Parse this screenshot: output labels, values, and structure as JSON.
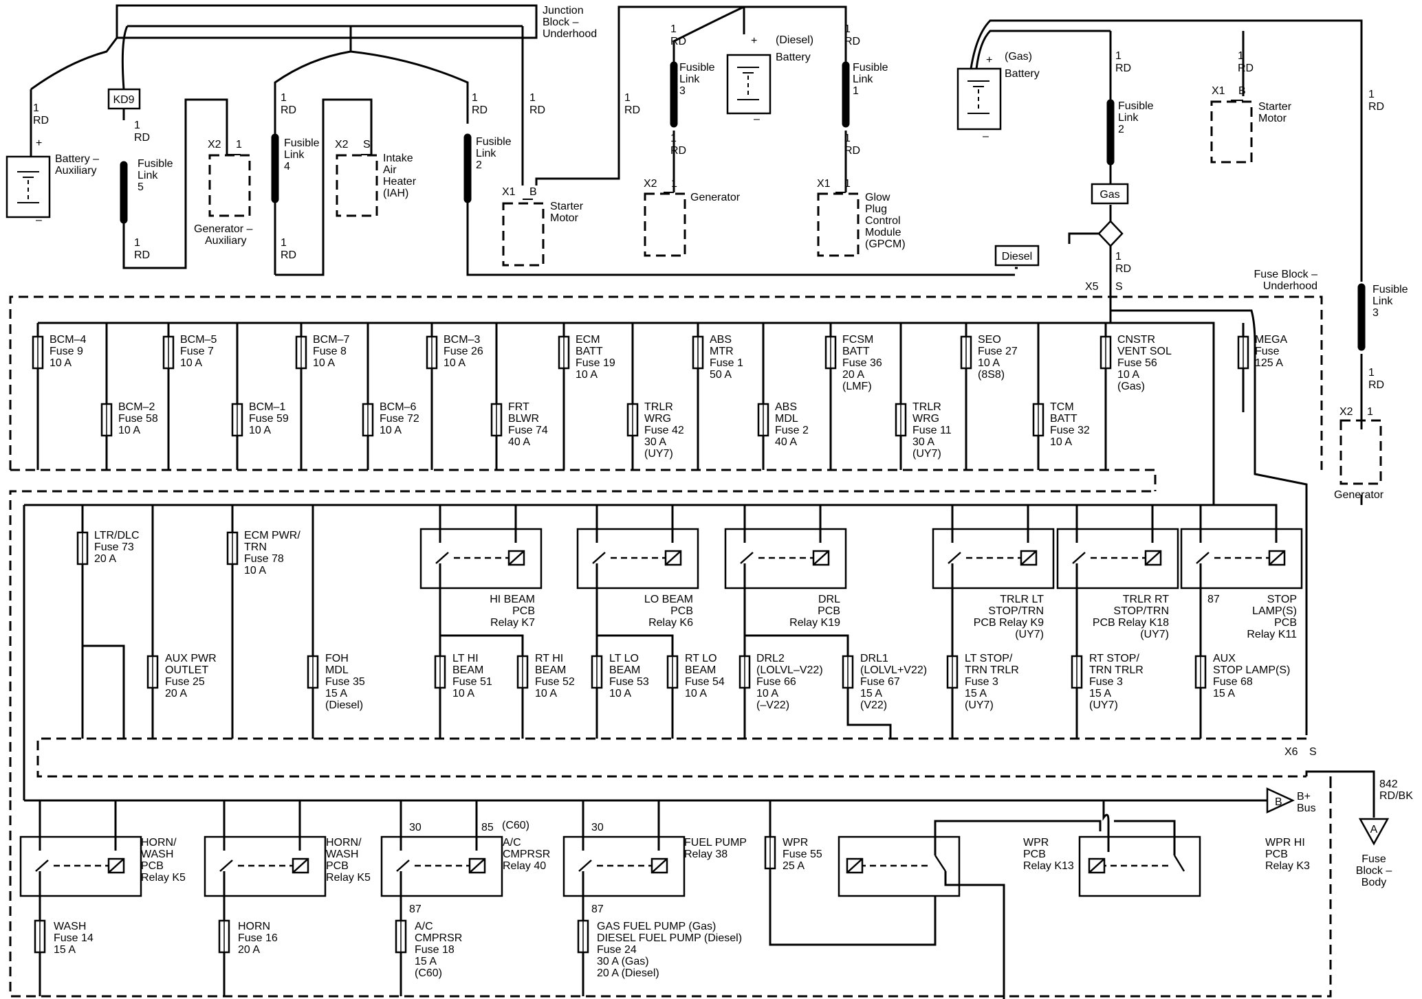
{
  "top": {
    "junction_block": [
      "Junction",
      "Block –",
      "Underhood"
    ],
    "battery_aux": [
      "Battery –",
      "Auxiliary"
    ],
    "battery_diesel": [
      "(Diesel)",
      "Battery"
    ],
    "battery_gas": [
      "(Gas)",
      "Battery"
    ],
    "kd9": "KD9",
    "gas_tag": "Gas",
    "diesel_tag": "Diesel",
    "wire_1": "1",
    "wire_rd": "RD",
    "links": {
      "fl5": [
        "Fusible",
        "Link",
        "5"
      ],
      "fl4": [
        "Fusible",
        "Link",
        "4"
      ],
      "fl2a": [
        "Fusible",
        "Link",
        "2"
      ],
      "fl3a": [
        "Fusible",
        "Link",
        "3"
      ],
      "fl1": [
        "Fusible",
        "Link",
        "1"
      ],
      "fl2b": [
        "Fusible",
        "Link",
        "2"
      ],
      "fl3b": [
        "Fusible",
        "Link",
        "3"
      ]
    },
    "components": {
      "gen_aux": [
        "Generator –",
        "Auxiliary"
      ],
      "iah": [
        "Intake",
        "Air",
        "Heater",
        "(IAH)"
      ],
      "starter_a": [
        "Starter",
        "Motor"
      ],
      "generator_a": [
        "Generator"
      ],
      "gpcm": [
        "Glow",
        "Plug",
        "Control",
        "Module",
        "(GPCM)"
      ],
      "starter_b": [
        "Starter",
        "Motor"
      ],
      "generator_b": [
        "Generator"
      ]
    },
    "pins": {
      "x2": "X2",
      "x1": "X1",
      "b": "B",
      "s": "S",
      "one": "1"
    },
    "plus": "+",
    "minus": "–"
  },
  "fuse_block": {
    "title": [
      "Fuse Block –",
      "Underhood"
    ],
    "x5": "X5",
    "x5_pin": "S",
    "x6": "X6",
    "x6_pin": "S",
    "row1": [
      [
        "BCM–4",
        "Fuse 9",
        "10 A"
      ],
      [
        "BCM–5",
        "Fuse 7",
        "10 A"
      ],
      [
        "BCM–7",
        "Fuse 8",
        "10 A"
      ],
      [
        "BCM–3",
        "Fuse 26",
        "10 A"
      ],
      [
        "ECM",
        "BATT",
        "Fuse 19",
        "10 A"
      ],
      [
        "ABS",
        "MTR",
        "Fuse 1",
        "50 A"
      ],
      [
        "FCSM",
        "BATT",
        "Fuse 36",
        "20 A",
        "(LMF)"
      ],
      [
        "SEO",
        "Fuse 27",
        "10 A",
        "(8S8)"
      ],
      [
        "CNSTR",
        "VENT SOL",
        "Fuse 56",
        "10 A",
        "(Gas)"
      ],
      [
        "MEGA",
        "Fuse",
        "125 A"
      ]
    ],
    "row2": [
      [
        "BCM–2",
        "Fuse 58",
        "10 A"
      ],
      [
        "BCM–1",
        "Fuse 59",
        "10 A"
      ],
      [
        "BCM–6",
        "Fuse 72",
        "10 A"
      ],
      [
        "FRT",
        "BLWR",
        "Fuse 74",
        "40 A"
      ],
      [
        "TRLR",
        "WRG",
        "Fuse 42",
        "30 A",
        "(UY7)"
      ],
      [
        "ABS",
        "MDL",
        "Fuse 2",
        "40 A"
      ],
      [
        "TRLR",
        "WRG",
        "Fuse 11",
        "30 A",
        "(UY7)"
      ],
      [
        "TCM",
        "BATT",
        "Fuse 32",
        "10 A"
      ]
    ]
  },
  "middle": {
    "fuses_top": [
      [
        "LTR/DLC",
        "Fuse 73",
        "20 A"
      ],
      [
        "ECM PWR/",
        "TRN",
        "Fuse 78",
        "10 A"
      ]
    ],
    "relays": [
      [
        "HI BEAM",
        "PCB",
        "Relay K7"
      ],
      [
        "LO BEAM",
        "PCB",
        "Relay K6"
      ],
      [
        "DRL",
        "PCB",
        "Relay K19"
      ],
      [
        "TRLR LT",
        "STOP/TRN",
        "PCB Relay K9",
        "(UY7)"
      ],
      [
        "TRLR RT",
        "STOP/TRN",
        "PCB Relay K18",
        "(UY7)"
      ],
      [
        "STOP",
        "LAMP(S)",
        "PCB",
        "Relay K11"
      ]
    ],
    "pin_87": "87",
    "fuses_bottom": [
      [
        "AUX PWR",
        "OUTLET",
        "Fuse 25",
        "20 A"
      ],
      [
        "FOH",
        "MDL",
        "Fuse 35",
        "15 A",
        "(Diesel)"
      ],
      [
        "LT HI",
        "BEAM",
        "Fuse 51",
        "10 A"
      ],
      [
        "RT HI",
        "BEAM",
        "Fuse 52",
        "10 A"
      ],
      [
        "LT LO",
        "BEAM",
        "Fuse 53",
        "10 A"
      ],
      [
        "RT LO",
        "BEAM",
        "Fuse 54",
        "10 A"
      ],
      [
        "DRL2",
        "(LOLVL–V22)",
        "Fuse 66",
        "10 A",
        "(–V22)"
      ],
      [
        "DRL1",
        "(LOLVL+V22)",
        "Fuse 67",
        "15 A",
        "(V22)"
      ],
      [
        "LT STOP/",
        "TRN TRLR",
        "Fuse 3",
        "15 A",
        "(UY7)"
      ],
      [
        "RT STOP/",
        "TRN TRLR",
        "Fuse 3",
        "15 A",
        "(UY7)"
      ],
      [
        "AUX",
        "STOP LAMP(S)",
        "Fuse 68",
        "15 A"
      ]
    ]
  },
  "bottom": {
    "bus": [
      "B+",
      "Bus"
    ],
    "bus_letter": "B",
    "wire_842": [
      "842",
      "RD/BK"
    ],
    "fuse_block_body": [
      "Fuse",
      "Block –",
      "Body"
    ],
    "body_letter": "A",
    "relays": [
      [
        "HORN/",
        "WASH",
        "PCB",
        "Relay K5"
      ],
      [
        "HORN/",
        "WASH",
        "PCB",
        "Relay K5"
      ],
      [
        "A/C",
        "CMPRSR",
        "Relay 40"
      ],
      [
        "FUEL PUMP",
        "Relay 38"
      ],
      [
        "WPR",
        "PCB",
        "Relay K13"
      ],
      [
        "WPR HI",
        "PCB",
        "Relay K3"
      ]
    ],
    "pin_30": "30",
    "pin_85": "85",
    "c60": "(C60)",
    "pin_87": "87",
    "wpr_fuse": [
      "WPR",
      "Fuse 55",
      "25 A"
    ],
    "fuses": [
      [
        "WASH",
        "Fuse 14",
        "15 A"
      ],
      [
        "HORN",
        "Fuse 16",
        "20 A"
      ],
      [
        "A/C",
        "CMPRSR",
        "Fuse 18",
        "15 A",
        "(C60)"
      ],
      [
        "GAS FUEL PUMP (Gas)",
        "DIESEL FUEL PUMP (Diesel)",
        "Fuse 24",
        "30 A (Gas)",
        "20 A (Diesel)"
      ]
    ]
  }
}
